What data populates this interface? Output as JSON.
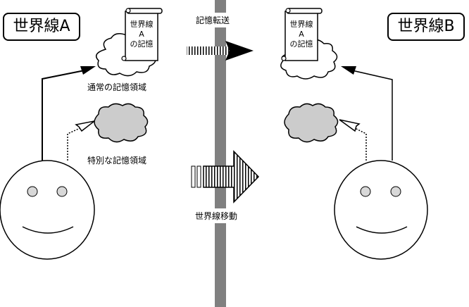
{
  "world_a": {
    "title": "世界線A"
  },
  "world_b": {
    "title": "世界線B"
  },
  "memory_scroll": {
    "line1": "世界線",
    "line2": "A",
    "line3": "の記憶"
  },
  "labels": {
    "normal_memory": "通常の記憶領域",
    "special_memory": "特別な記憶領域",
    "memory_transfer": "記憶転送",
    "worldline_move": "世界線移動"
  },
  "colors": {
    "divider": "#808080",
    "special_cloud": "#cccccc",
    "eyes": "#d8d8d8",
    "line": "#000000",
    "background": "#ffffff"
  }
}
